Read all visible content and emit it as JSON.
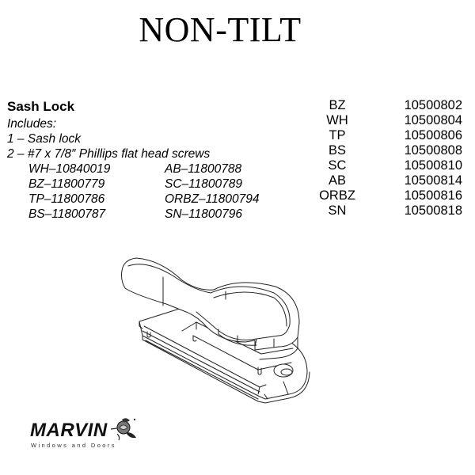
{
  "header": {
    "title": "NON-TILT"
  },
  "product": {
    "name": "Sash Lock",
    "includes_label": "Includes:",
    "includes": [
      "1 – Sash lock",
      "2 – #7 x 7/8″ Phillips flat head screws"
    ],
    "screw_codes": [
      "WH–10840019",
      "AB–11800788",
      "BZ–11800779",
      "SC–11800789",
      "TP–11800786",
      "ORBZ–11800794",
      "BS–11800787",
      "SN–11800796"
    ]
  },
  "sku_table": [
    {
      "finish": "BZ",
      "part": "10500802"
    },
    {
      "finish": "WH",
      "part": "10500804"
    },
    {
      "finish": "TP",
      "part": "10500806"
    },
    {
      "finish": "BS",
      "part": "10500808"
    },
    {
      "finish": "SC",
      "part": "10500810"
    },
    {
      "finish": "AB",
      "part": "10500814"
    },
    {
      "finish": "ORBZ",
      "part": "10500816"
    },
    {
      "finish": "SN",
      "part": "10500818"
    }
  ],
  "drawing": {
    "icon": "sash-lock-line-drawing"
  },
  "brand": {
    "name": "MARVIN",
    "tagline": "Windows and Doors",
    "icon": "rose-icon"
  }
}
